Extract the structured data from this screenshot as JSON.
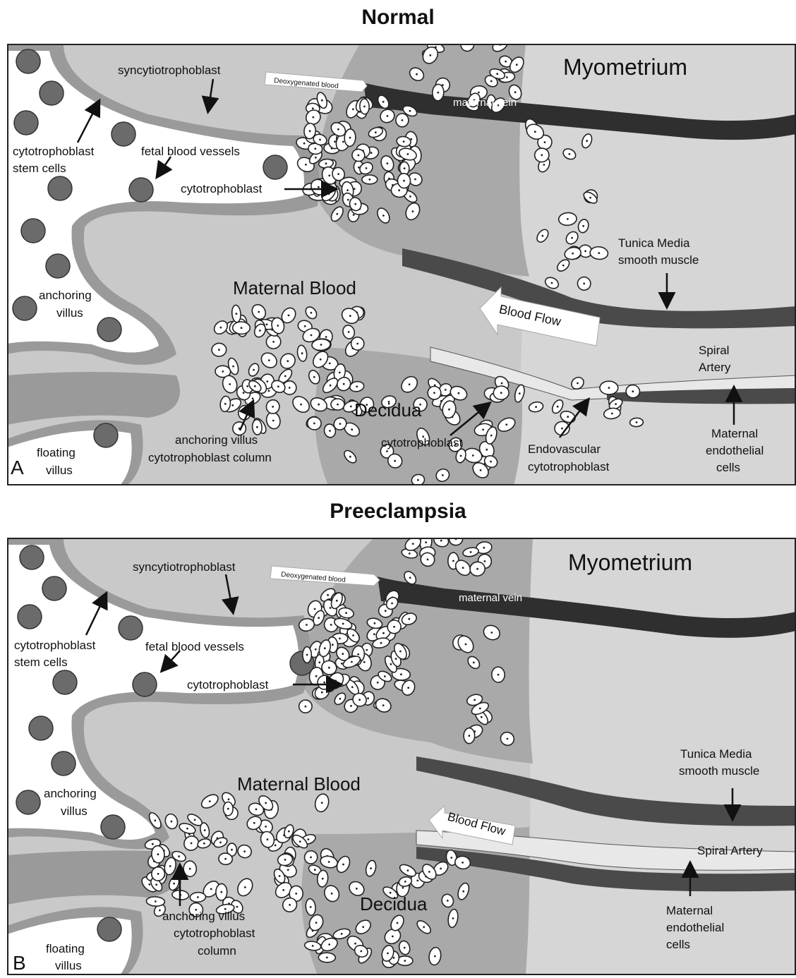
{
  "panel_a": {
    "title": "Normal",
    "letter": "A",
    "labels": {
      "myometrium": "Myometrium",
      "maternal_vein": "maternal vein",
      "deoxygenated_blood": "Deoxygenated blood",
      "syncytiotrophoblast": "syncytiotrophoblast",
      "cytotrophoblast_stem_1": "cytotrophoblast",
      "cytotrophoblast_stem_2": "stem cells",
      "fetal_blood_vessels": "fetal blood vessels",
      "cytotrophoblast_top": "cytotrophoblast",
      "maternal_blood": "Maternal Blood",
      "blood_flow": "Blood Flow",
      "anchoring_villus_1": "anchoring",
      "anchoring_villus_2": "villus",
      "tunica_media_1": "Tunica Media",
      "tunica_media_2": "smooth muscle",
      "spiral_artery_1": "Spiral",
      "spiral_artery_2": "Artery",
      "decidua": "Decidua",
      "cytotrophoblast_decidua": "cytotrophoblast",
      "column_1": "anchoring villus",
      "column_2": "cytotrophoblast column",
      "floating_villus_1": "floating",
      "floating_villus_2": "villus",
      "endovascular_1": "Endovascular",
      "endovascular_2": "cytotrophoblast",
      "endothelial_1": "Maternal",
      "endothelial_2": "endothelial",
      "endothelial_3": "cells"
    }
  },
  "panel_b": {
    "title": "Preeclampsia",
    "letter": "B",
    "labels": {
      "myometrium": "Myometrium",
      "maternal_vein": "maternal vein",
      "deoxygenated_blood": "Deoxygenated blood",
      "syncytiotrophoblast": "syncytiotrophoblast",
      "cytotrophoblast_stem_1": "cytotrophoblast",
      "cytotrophoblast_stem_2": "stem cells",
      "fetal_blood_vessels": "fetal blood vessels",
      "cytotrophoblast_top": "cytotrophoblast",
      "maternal_blood": "Maternal Blood",
      "blood_flow": "Blood Flow",
      "anchoring_villus_1": "anchoring",
      "anchoring_villus_2": "villus",
      "tunica_media_1": "Tunica Media",
      "tunica_media_2": "smooth muscle",
      "spiral_artery": "Spiral Artery",
      "decidua": "Decidua",
      "column_1": "anchoring villus",
      "column_2": "cytotrophoblast",
      "column_3": "column",
      "floating_villus_1": "floating",
      "floating_villus_2": "villus",
      "endothelial_1": "Maternal",
      "endothelial_2": "endothelial",
      "endothelial_3": "cells"
    }
  },
  "colors": {
    "maternal_blood": "#c9c9c9",
    "decidua": "#a9a9a9",
    "myometrium": "#d2d2d2",
    "villus_wall": "#8a8a8a",
    "smooth_muscle": "#4a4a4a",
    "vein": "#2f2f2f",
    "fetal_vessel": "#6b6b6b"
  }
}
